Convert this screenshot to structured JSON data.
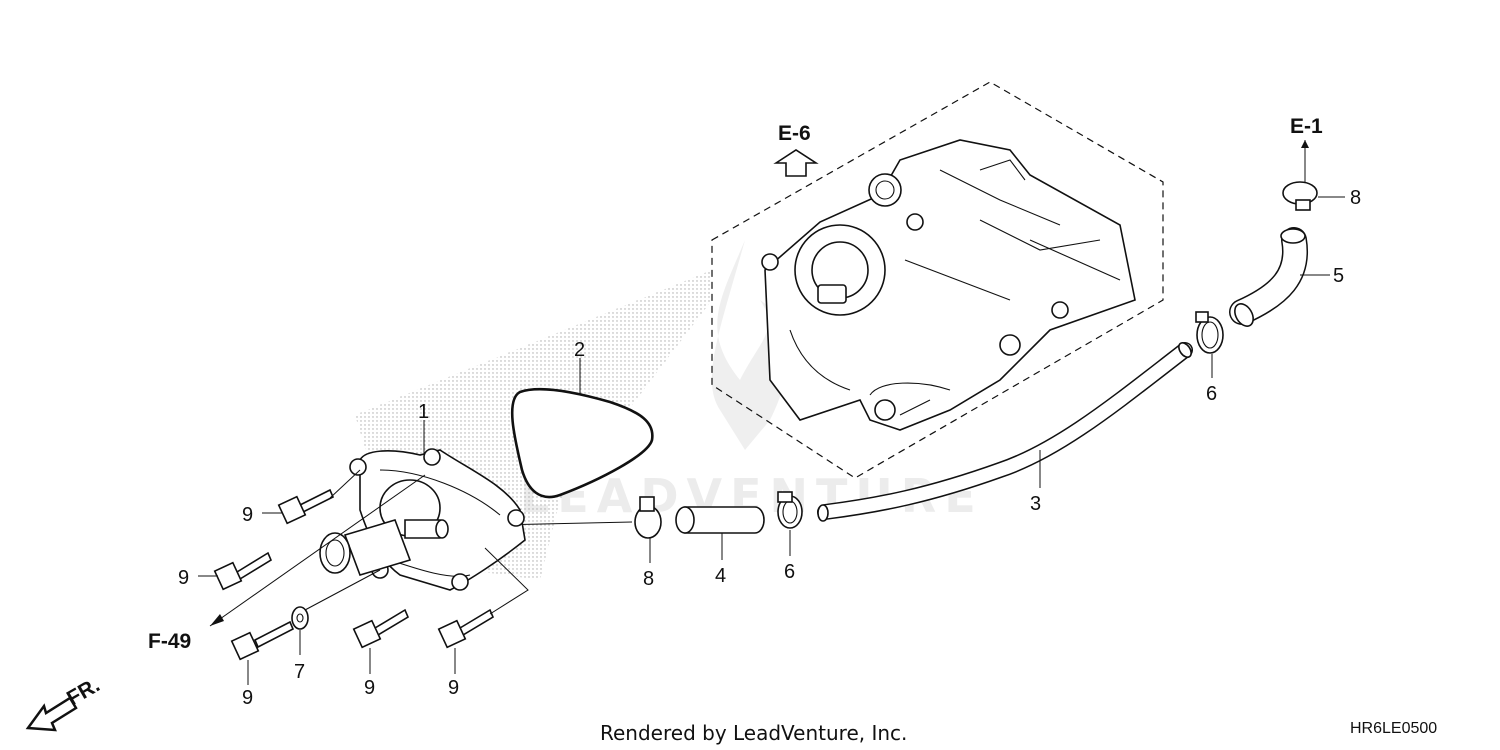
{
  "callouts": {
    "c1": "1",
    "c2": "2",
    "c3": "3",
    "c4": "4",
    "c5": "5",
    "c6a": "6",
    "c6b": "6",
    "c7": "7",
    "c8a": "8",
    "c8b": "8",
    "c9a": "9",
    "c9b": "9",
    "c9c": "9",
    "c9d": "9",
    "c9e": "9"
  },
  "references": {
    "e6": "E-6",
    "e1": "E-1",
    "f49": "F-49",
    "fr": "FR."
  },
  "watermark": "LEADVENTURE",
  "footer": {
    "rendered_by": "Rendered by LeadVenture, Inc.",
    "diagram_code": "HR6LE0500"
  }
}
